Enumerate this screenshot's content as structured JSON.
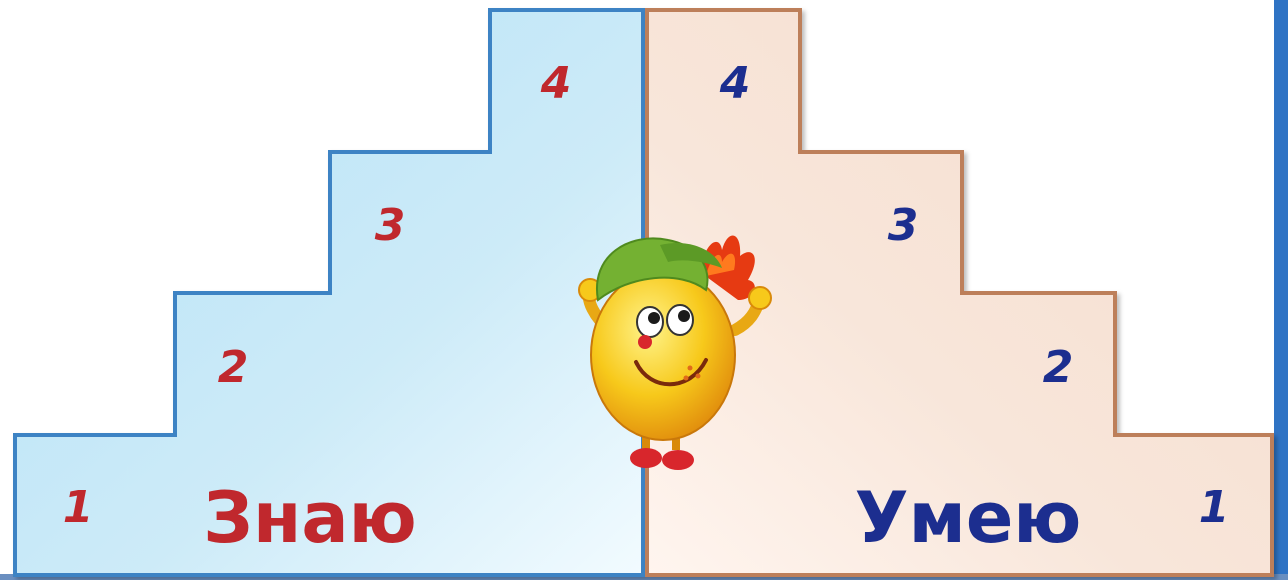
{
  "colors": {
    "left_accent": "#c0282d",
    "right_accent": "#1c2e8f",
    "left_stairs_fill": "#bfe6f7",
    "left_stairs_border": "#3d83c4",
    "right_stairs_fill": "#f7e0d2",
    "right_stairs_border": "#bd7f5a",
    "frame": "#2f73c4",
    "mascot_body": "#f7c91b",
    "mascot_cap": "#74b132",
    "mascot_hair": "#e63a12"
  },
  "left_stairs": {
    "label": "Знаю",
    "steps": [
      "1",
      "2",
      "3",
      "4"
    ]
  },
  "right_stairs": {
    "label": "Умею",
    "steps": [
      "1",
      "2",
      "3",
      "4"
    ]
  },
  "mascot": {
    "icon": "smiling-ball-mascot-icon"
  }
}
